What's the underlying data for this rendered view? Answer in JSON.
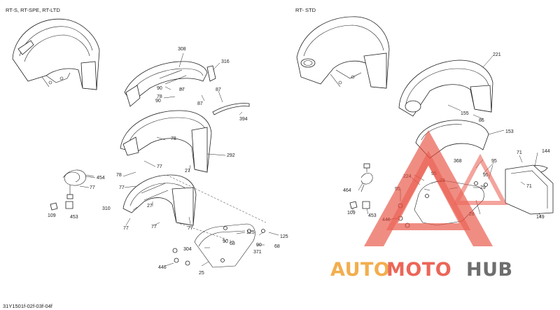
{
  "headers": {
    "left": "RT-S, RT-SPE, RT-LTD",
    "right": "RT- STD"
  },
  "footer": {
    "code": "31Y1501f-02f-03f-04f"
  },
  "watermark": {
    "auto": "AUTO",
    "moto": "MOTO",
    "hub": "HUB",
    "color_auto": "#f0a030",
    "color_moto": "#e84c3d",
    "color_hub": "#555555"
  },
  "callouts_left": {
    "c308": "308",
    "c316": "316",
    "c90a": "90",
    "c87a": "87",
    "c78a": "78",
    "c90b": "90",
    "c87b": "87",
    "c87c": "87",
    "c394": "394",
    "c78b": "78",
    "c292": "292",
    "c77a": "77",
    "c27a": "27",
    "c454": "454",
    "c77b": "77",
    "c78c": "78",
    "c77c": "77",
    "c27b": "27",
    "c310": "310",
    "c77d": "77",
    "c77e": "77",
    "c77f": "77",
    "c109": "109",
    "c453": "453",
    "c125a": "125",
    "c125b": "125",
    "c90c": "90",
    "c68a": "68",
    "c90d": "90",
    "c68b": "68",
    "c304": "304",
    "c371": "371",
    "c446": "446",
    "c25": "25"
  },
  "callouts_right": {
    "c221": "221",
    "c155": "155",
    "c86": "86",
    "c153": "153",
    "c71a": "71",
    "c144": "144",
    "c95a": "95",
    "c368": "368",
    "c224": "224",
    "c95b": "95",
    "c29a": "29",
    "c95c": "95",
    "c29b": "29",
    "c464": "464",
    "c95d": "95",
    "c71b": "71",
    "c149": "149",
    "c109": "109",
    "c453": "453",
    "c446": "446",
    "c28": "28"
  }
}
